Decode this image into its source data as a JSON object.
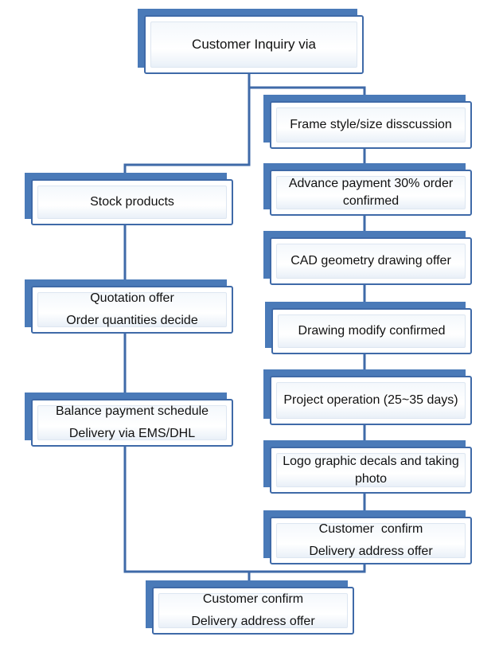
{
  "colors": {
    "box_border": "#3f6aa8",
    "box_shadow": "#4a7ab8",
    "connector": "#3f6aa8"
  },
  "root": {
    "label": "Customer Inquiry via"
  },
  "left_branch": {
    "stock": {
      "label": "Stock products"
    },
    "quotation": {
      "line1": "Quotation offer",
      "line2": "Order quantities decide"
    },
    "balance": {
      "line1": "Balance payment schedule",
      "line2": "Delivery via EMS/DHL"
    }
  },
  "right_branch": {
    "frame": {
      "label": "Frame style/size disscussion"
    },
    "advance": {
      "line1": "Advance payment 30% order",
      "line2": "confirmed"
    },
    "cad": {
      "label": "CAD geometry drawing offer"
    },
    "drawing": {
      "label": "Drawing modify confirmed"
    },
    "project": {
      "label": "Project operation (25~35 days)"
    },
    "logo": {
      "line1": "Logo graphic decals and taking",
      "line2": "photo"
    },
    "confirm": {
      "line1": "Customer  confirm",
      "line2": "Delivery address offer"
    }
  },
  "final": {
    "line1": "Customer confirm",
    "line2": "Delivery address offer"
  }
}
